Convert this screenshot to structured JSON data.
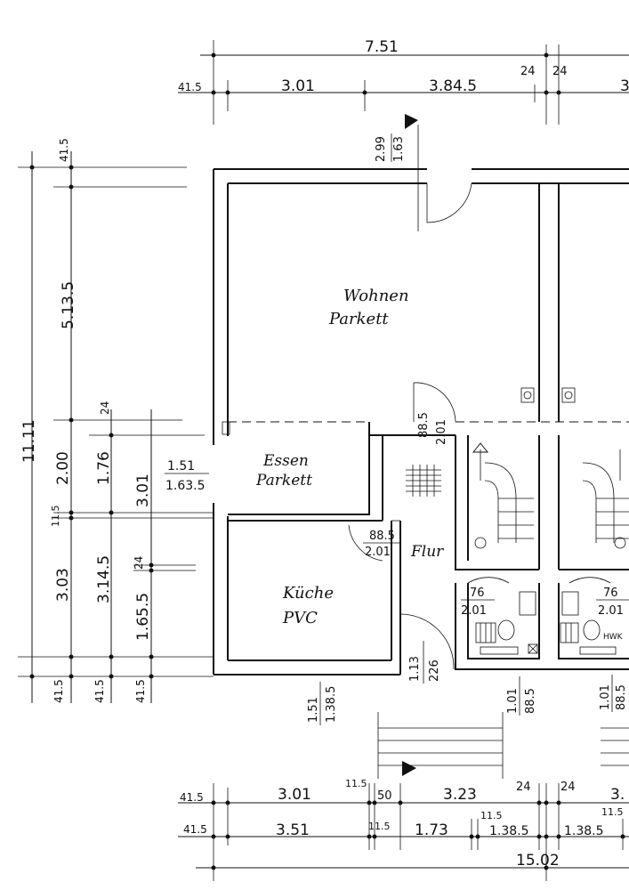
{
  "rooms": {
    "wohnen": "Wohnen",
    "wohnen_floor": "Parkett",
    "essen": "Essen",
    "essen_floor": "Parkett",
    "kueche": "Küche",
    "kueche_floor": "PVC",
    "flur": "Flur"
  },
  "dims_top": {
    "total": "7.51",
    "left_wall": "41.5",
    "seg1": "3.01",
    "seg2": "3.84.5",
    "w24a": "24",
    "w24b": "24",
    "cut": "3"
  },
  "dims_left": {
    "total": "11.11",
    "top_wall": "41.5",
    "wohnen_h": "5.13.5",
    "essen_h": "2.00",
    "essen_h2": "1.76",
    "w24": "24",
    "essen_total": "3.01",
    "mid_wall": "11.5",
    "kueche_h": "3.03",
    "kueche_h2": "3.14.5",
    "w24b": "24",
    "kueche_h3": "1.65.5",
    "bottom_wall_a": "41.5",
    "bottom_wall_b": "41.5",
    "bottom_wall_c": "41.5"
  },
  "openings": {
    "entry_a": "2.99",
    "entry_b": "1.63",
    "essen_win_a": "1.51",
    "essen_win_b": "1.63.5",
    "door_wohnen_a": "88.5",
    "door_wohnen_b": "2.01",
    "door_flur_a": "88.5",
    "door_flur_b": "2.01",
    "door_bath_a": "76",
    "door_bath_b": "2.01",
    "door_bath2_a": "76",
    "door_bath2_b": "2.01",
    "door_front_a": "1.13",
    "door_front_b": "226",
    "kueche_win_a": "1.51",
    "kueche_win_b": "1.38.5",
    "bath_win_a": "1.01",
    "bath_win_b": "88.5",
    "bath_win2_a": "1.01",
    "bath_win2_b": "88.5",
    "hwk": "HWK"
  },
  "dims_bottom": {
    "row1_wall": "41.5",
    "row1_seg1": "3.01",
    "row1_w": "11.5",
    "row1_50": "50",
    "row1_seg2": "3.23",
    "row1_24a": "24",
    "row1_24b": "24",
    "row1_cut": "3.",
    "row2_wall": "41.5",
    "row2_seg1": "3.51",
    "row2_w": "11.5",
    "row2_seg2": "1.73",
    "row2_w2": "11.5",
    "row2_seg3": "1.38.5",
    "row2_w3": "11.5",
    "row2_seg4": "1.38.5",
    "total": "15.02"
  }
}
